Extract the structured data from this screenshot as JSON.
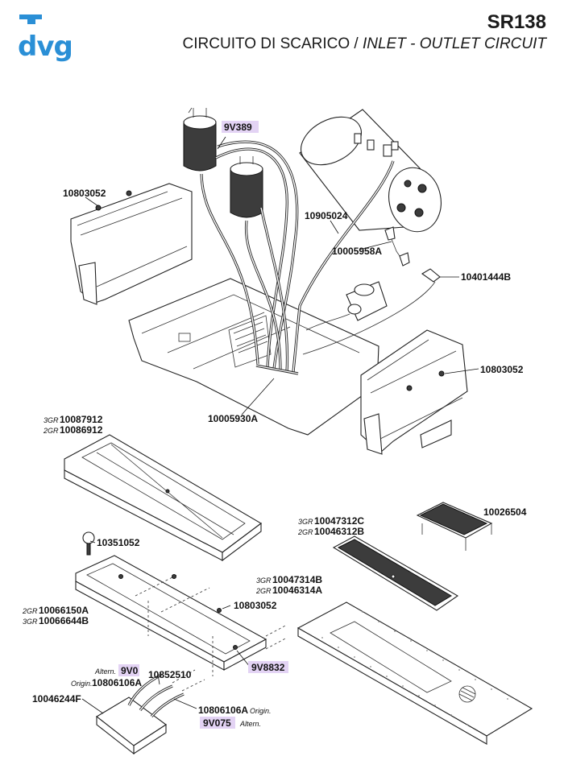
{
  "header": {
    "brand": "dvg",
    "model": "SR138",
    "title_it": "CIRCUITO DI SCARICO / ",
    "title_en": "INLET - OUTLET CIRCUIT"
  },
  "labels": {
    "p9v389": "9V389",
    "p10803052_top": "10803052",
    "p10905024": "10905024",
    "p10005958a": "10005958A",
    "p10401444b": "10401444B",
    "p10803052_right": "10803052",
    "p10005930a": "10005930A",
    "tray_3gr": "3GR",
    "tray_3gr_code": "10087912",
    "tray_2gr": "2GR",
    "tray_2gr_code": "10086912",
    "p10351052": "10351052",
    "grid_3gr": "3GR",
    "grid_3gr_code": "10047312C",
    "grid_2gr": "2GR",
    "grid_2gr_code": "10046312B",
    "p10026504": "10026504",
    "plate_3gr": "3GR",
    "plate_3gr_code": "10047314B",
    "plate_2gr": "2GR",
    "plate_2gr_code": "10046314A",
    "p10803052_bottom": "10803052",
    "base_2gr": "2GR",
    "base_2gr_code": "10066150A",
    "base_3gr": "3GR",
    "base_3gr_code": "10066644B",
    "p9v8832": "9V8832",
    "altern_a": "Altern.",
    "p9v0": "9V0",
    "p10852510": "10852510",
    "origin_a": "Origin.",
    "p10806106a_left": "10806106A",
    "p10046244f": "10046244F",
    "p10806106a_right": "10806106A",
    "origin_b": "Origin.",
    "p9v075": "9V075",
    "altern_b": "Altern."
  },
  "colors": {
    "brand_blue": "#2a8fd6",
    "highlight": "#e3d3f4"
  }
}
